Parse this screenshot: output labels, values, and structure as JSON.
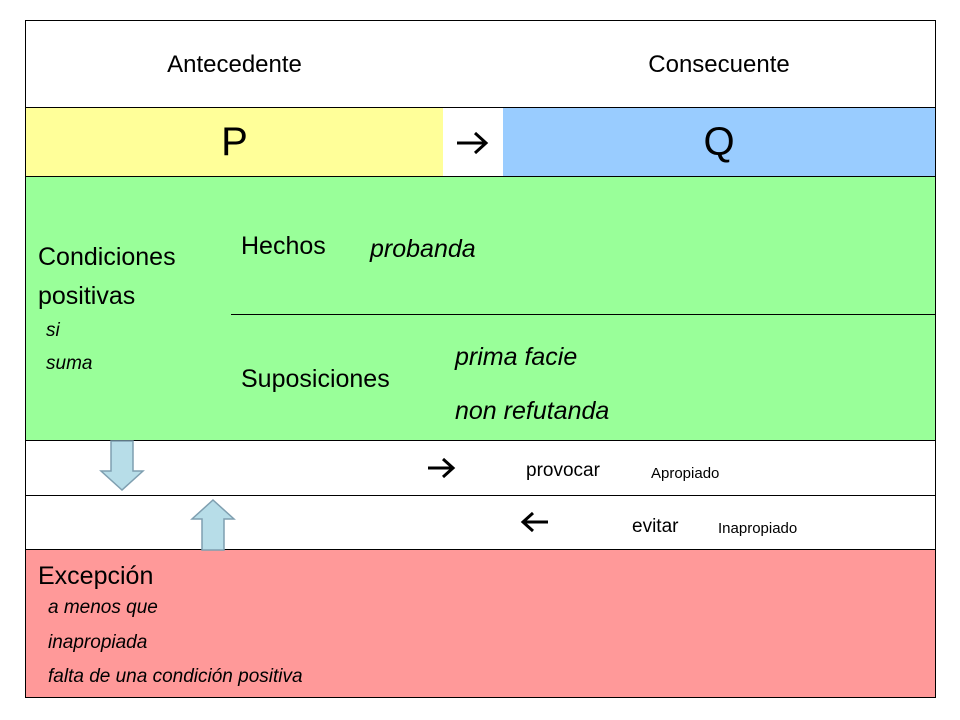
{
  "header": {
    "antecedent": "Antecedente",
    "consequent": "Consecuente"
  },
  "row_pq": {
    "p": "P",
    "arrow": "",
    "q": "Q"
  },
  "conditions": {
    "title_line1": "Condiciones",
    "title_line2": "positivas",
    "items": [
      "si",
      "suma"
    ],
    "facts_label": "Hechos",
    "facts_value": "probanda",
    "assumptions_label": "Suposiciones",
    "assumptions_values": [
      "prima facie",
      "non refutanda"
    ]
  },
  "provoke": {
    "arrow": "",
    "verb": "provocar",
    "qualifier": "Apropiado"
  },
  "avoid": {
    "arrow": "",
    "verb": "evitar",
    "qualifier": "Inapropiado"
  },
  "exception": {
    "title": "Excepción",
    "items": [
      "a menos que",
      "inapropiada",
      "falta de una condición  positiva"
    ]
  },
  "icons": {
    "arrow_right": "right-arrow-icon",
    "arrow_left": "left-arrow-icon",
    "block_down": "down-block-arrow-icon",
    "block_up": "up-block-arrow-icon"
  },
  "colors": {
    "yellow": "#ffff99",
    "blue": "#99ccff",
    "green": "#99ff99",
    "red": "#ff9999",
    "block_arrow": "#b7dde8"
  }
}
